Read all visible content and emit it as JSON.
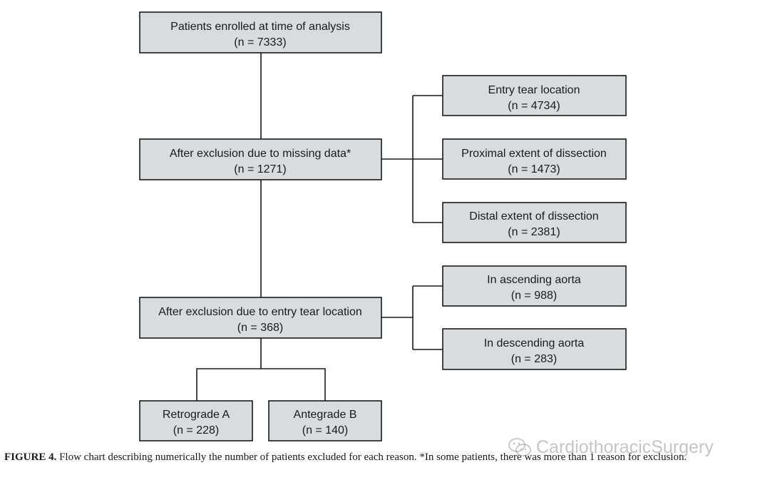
{
  "boxes": {
    "enrolled": {
      "label": "Patients enrolled at time of analysis",
      "count": "(n = 7333)"
    },
    "missing_data": {
      "label": "After exclusion due to missing data*",
      "count": "(n = 1271)"
    },
    "entry_tear": {
      "label": "Entry tear location",
      "count": "(n = 4734)"
    },
    "proximal_extent": {
      "label": "Proximal extent of dissection",
      "count": "(n = 1473)"
    },
    "distal_extent": {
      "label": "Distal extent of dissection",
      "count": "(n = 2381)"
    },
    "entry_tear_exclusion": {
      "label": "After exclusion due to entry tear location",
      "count": "(n = 368)"
    },
    "ascending": {
      "label": "In ascending aorta",
      "count": "(n = 988)"
    },
    "descending": {
      "label": "In descending aorta",
      "count": "(n = 283)"
    },
    "retrograde": {
      "label": "Retrograde A",
      "count": "(n = 228)"
    },
    "antegrade": {
      "label": "Antegrade B",
      "count": "(n = 140)"
    }
  },
  "caption": {
    "label": "FIGURE 4.",
    "text": "Flow chart describing numerically the number of patients excluded for each reason. *In some patients, there was more than 1 reason for exclusion."
  },
  "watermark": {
    "text": "CardiothoracicSurgery",
    "icon": "wechat-icon"
  }
}
